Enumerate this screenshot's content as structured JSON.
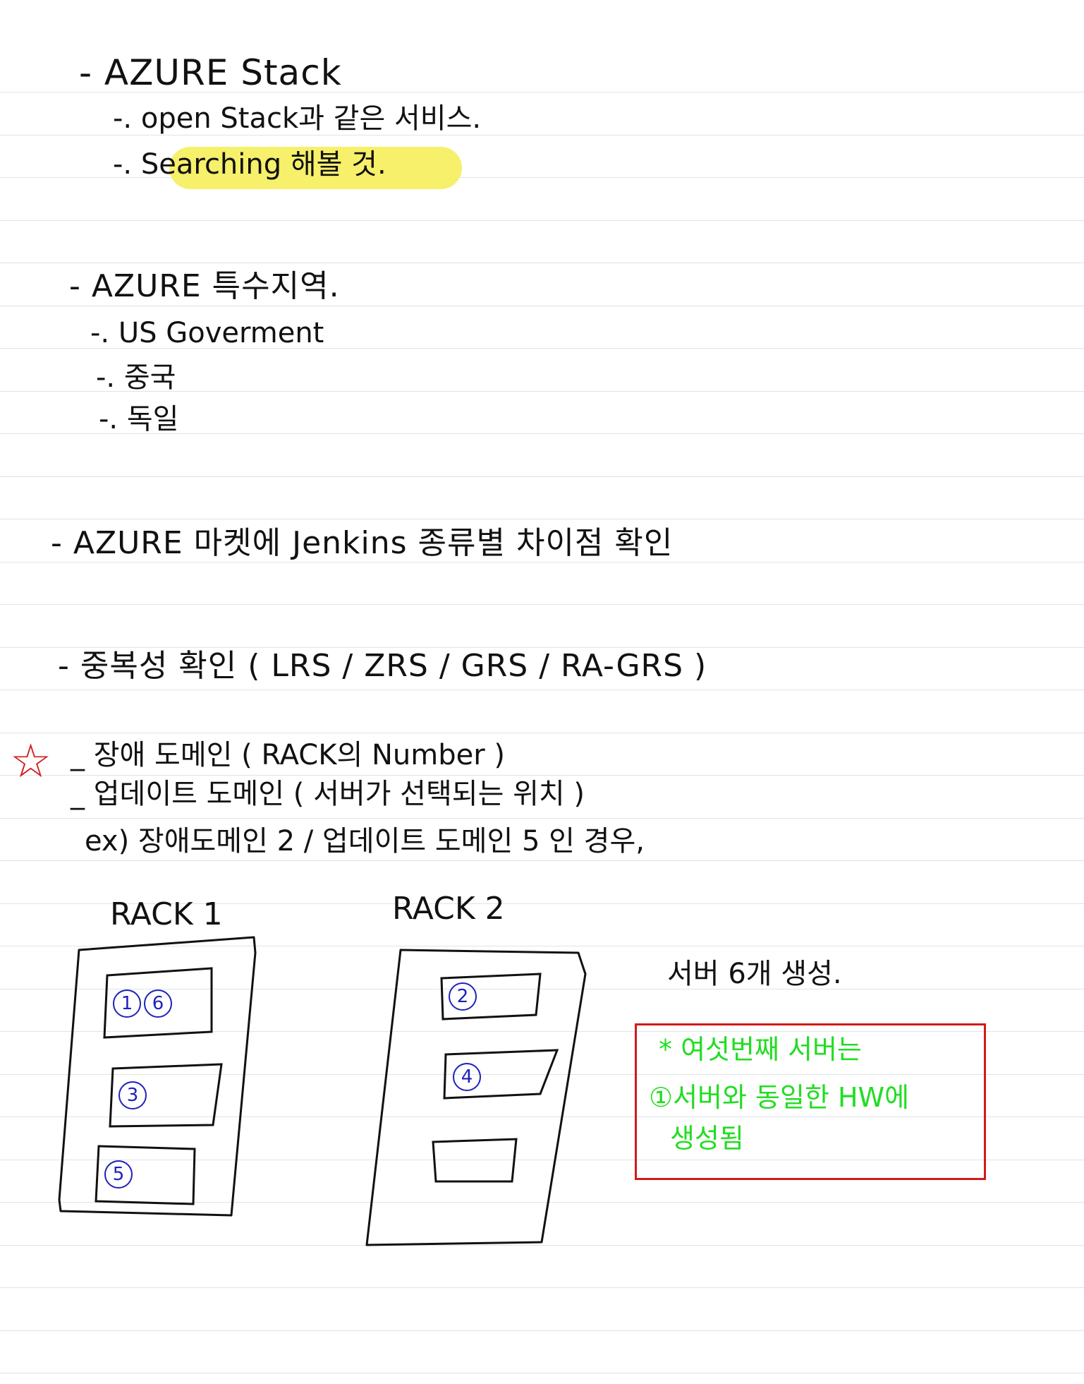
{
  "notes": {
    "azure_stack": {
      "title": "- AZURE Stack",
      "items": [
        "-. open Stack과 같은 서비스.",
        "-. Searching 해볼 것."
      ],
      "highlight_color": "#f6f06a"
    },
    "special_regions": {
      "title": "- AZURE 특수지역.",
      "items": [
        "-. US Goverment",
        "-. 중국",
        "-. 독일"
      ]
    },
    "jenkins": {
      "title": "- AZURE 마켓에 Jenkins 종류별 차이점 확인"
    },
    "redundancy": {
      "title": "- 중복성 확인 ( LRS / ZRS / GRS / RA-GRS )"
    },
    "domains": {
      "star_icon": "star-icon",
      "lines": [
        "_ 장애 도메인 ( RACK의 Number )",
        "_ 업데이트 도메인 ( 서버가 선택되는 위치 )",
        "ex) 장애도메인 2 / 업데이트 도메인 5 인 경우,"
      ]
    }
  },
  "diagram": {
    "rack1": {
      "label": "RACK 1",
      "slots": [
        [
          "1",
          "6"
        ],
        [
          "3"
        ],
        [
          "5"
        ]
      ]
    },
    "rack2": {
      "label": "RACK 2",
      "slots": [
        [
          "2"
        ],
        [
          "4"
        ],
        []
      ]
    },
    "server_note": "서버 6개 생성.",
    "green_note": [
      "* 여섯번째 서버는",
      "①서버와 동일한 HW에",
      "생성됨"
    ],
    "colors": {
      "ink": "#111111",
      "number_ink": "#1e22b8",
      "note_ink": "#22dd22",
      "box_border": "#d21a1a"
    }
  }
}
